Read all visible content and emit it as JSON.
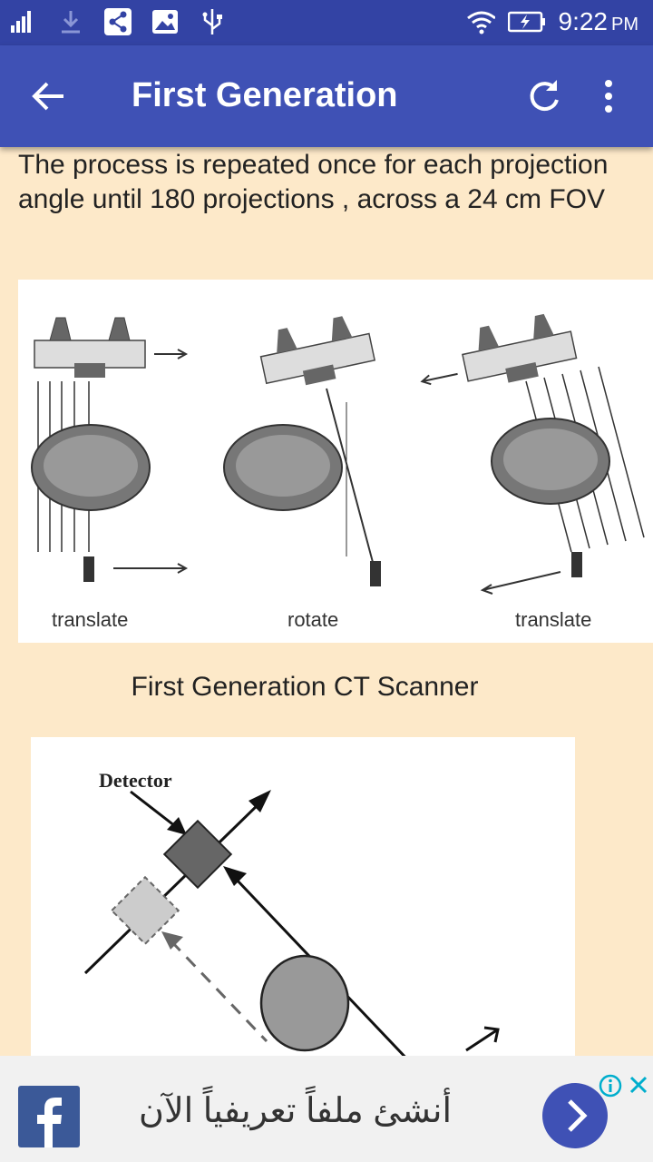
{
  "status": {
    "time": "9:22",
    "ampm": "PM"
  },
  "toolbar": {
    "title": "First Generation"
  },
  "content": {
    "paragraph": "The process is repeated once for each projection angle until 180 projections , across a 24 cm FOV",
    "figure1_labels": [
      "translate",
      "rotate",
      "translate"
    ],
    "caption": "First Generation CT  Scanner",
    "figure2_label": "Detector"
  },
  "ad": {
    "text": "أنشئ ملفاً تعريفياً الآن"
  },
  "colors": {
    "appbar": "#3f51b5",
    "statusbar": "#3343a4",
    "background": "#fde9c9",
    "facebook": "#3b5998"
  }
}
